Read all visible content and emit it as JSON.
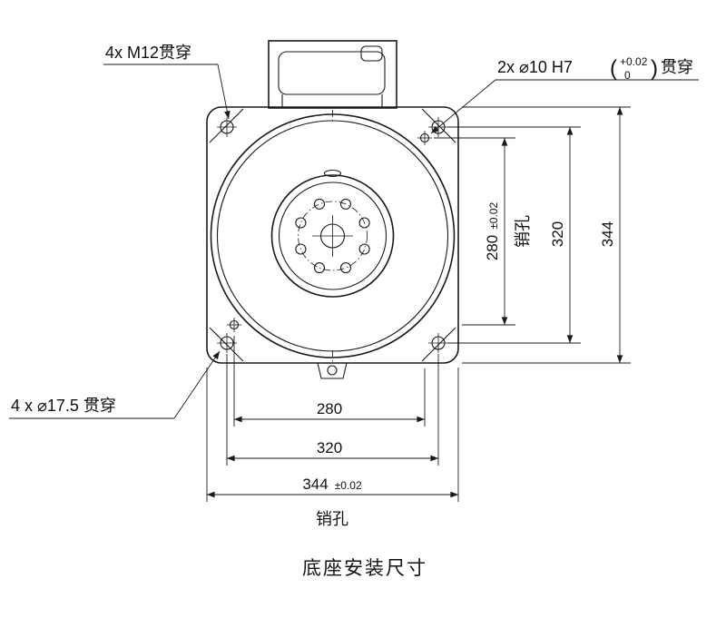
{
  "caption": "底座安装尺寸",
  "callouts": {
    "m12": "4x M12贯穿",
    "pin_main": "2x ⌀10 H7",
    "pin_paren_open": "(",
    "pin_tol_upper": "+0.02",
    "pin_tol_lower": "0",
    "pin_paren_close": ")",
    "pin_suffix": "贯穿",
    "bolt_175": "4 x ⌀17.5 贯穿"
  },
  "dims": {
    "v280": "280",
    "v280_tol": "±0.02",
    "v280_label": "销孔",
    "v320": "320",
    "v344": "344",
    "h280": "280",
    "h320": "320",
    "h344": "344",
    "h344_tol": "±0.02",
    "h344_label": "销孔"
  }
}
